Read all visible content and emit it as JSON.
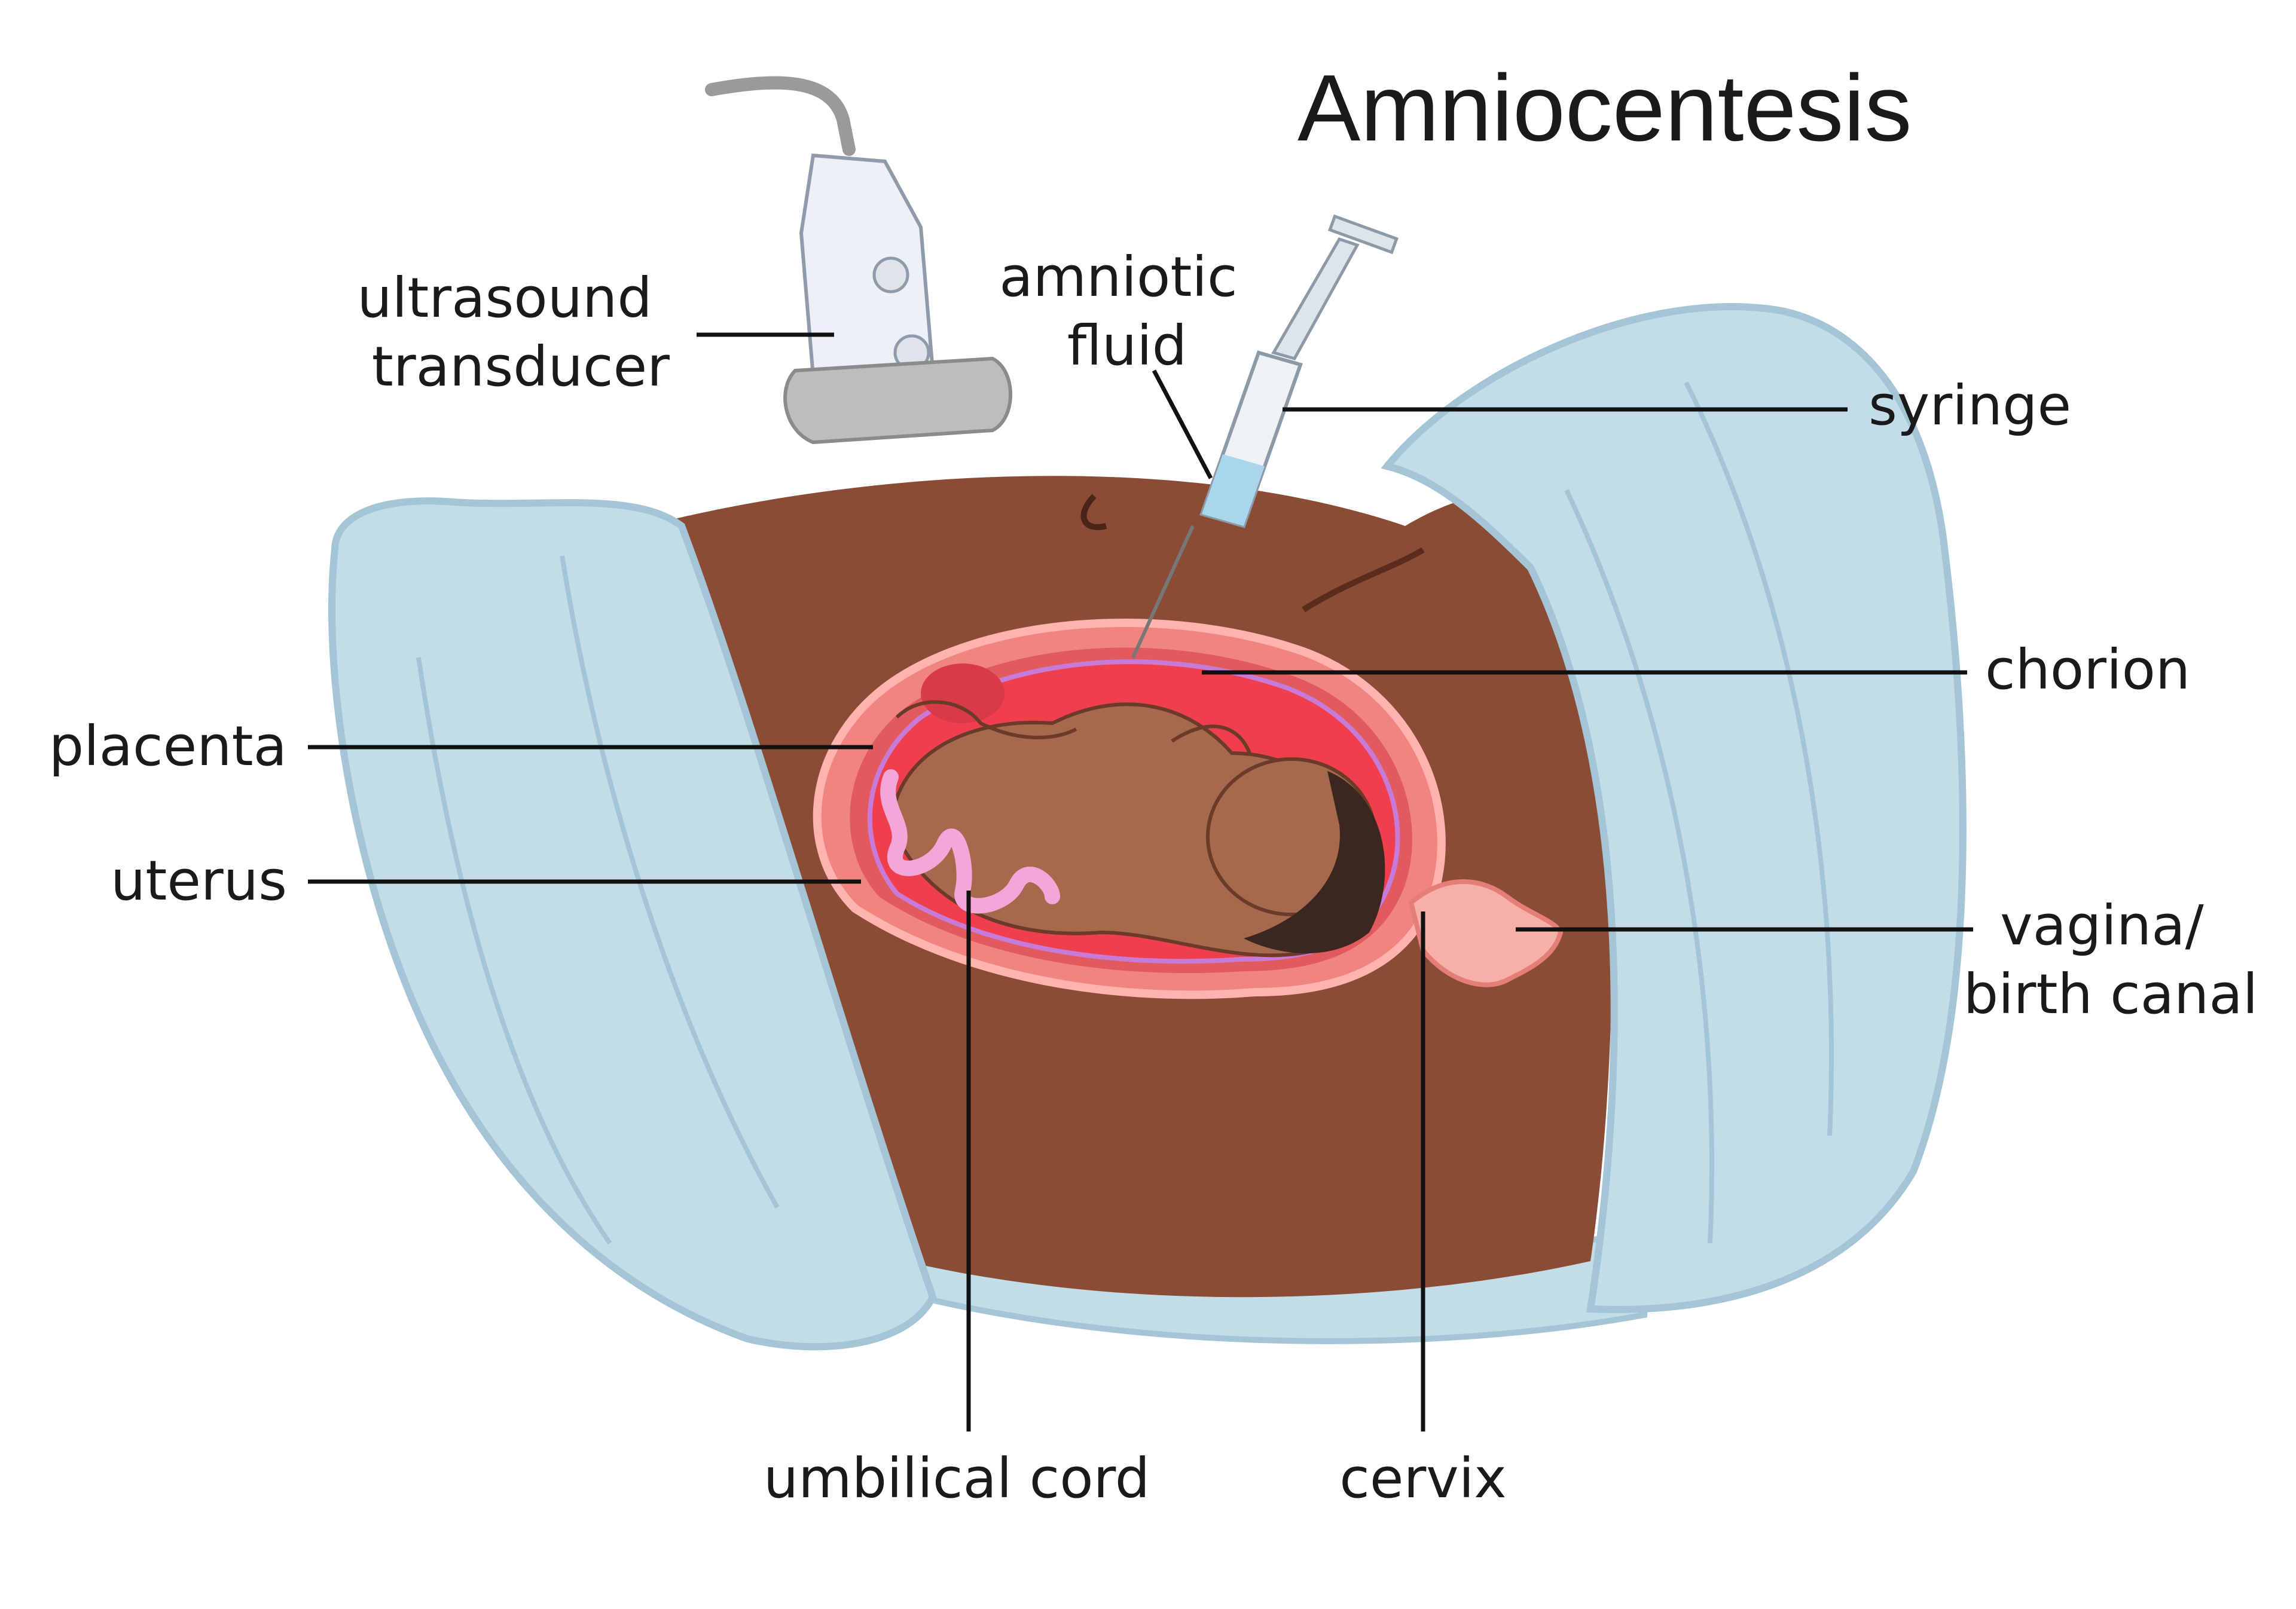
{
  "diagram": {
    "title": "Amniocentesis",
    "labels": {
      "ultrasound_transducer": [
        "ultrasound",
        "transducer"
      ],
      "amniotic_fluid": [
        "amniotic",
        "fluid"
      ],
      "syringe": [
        "syringe"
      ],
      "chorion": [
        "chorion"
      ],
      "placenta": [
        "placenta"
      ],
      "uterus": [
        "uterus"
      ],
      "vagina_birth_canal": [
        "vagina/",
        "birth canal"
      ],
      "umbilical_cord": [
        "umbilical cord"
      ],
      "cervix": [
        "cervix"
      ]
    },
    "colors": {
      "background": "#ffffff",
      "sheet": "#c3dde8",
      "sheet_shadow": "#a3c5d6",
      "skin": "#8b4c35",
      "skin_dark": "#6f3a27",
      "uterus_outer": "#f0857f",
      "uterus_inner": "#e05a5e",
      "amniotic_sac": "#e8434f",
      "baby_skin": "#a6694e",
      "baby_hair": "#3c2620",
      "umbilical_cord": "#f5a6d8",
      "transducer_body": "#eef0f8",
      "transducer_base": "#bdbdbd",
      "syringe_fluid": "#a9d6ea",
      "leader_lines": "#111111"
    },
    "icons": [
      "ultrasound-transducer-icon",
      "syringe-icon",
      "fetus-illustration"
    ]
  }
}
